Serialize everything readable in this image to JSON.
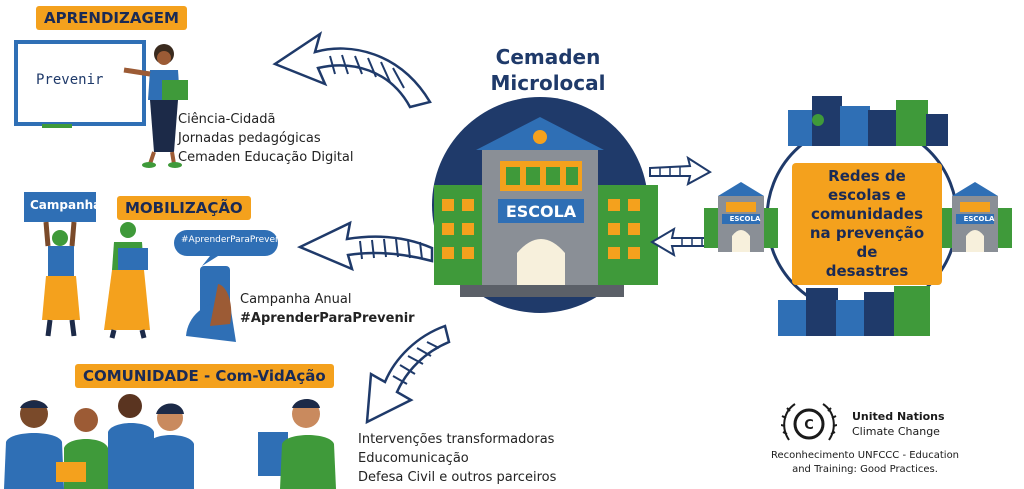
{
  "center": {
    "title_line1": "Cemaden",
    "title_line2": "Microlocal",
    "school_sign": "ESCOLA"
  },
  "learning": {
    "tag": "APRENDIZAGEM",
    "board_word": "Prevenir",
    "items": [
      "Ciência-Cidadã",
      "Jornadas pedagógicas",
      "Cemaden Educação Digital"
    ]
  },
  "mobilization": {
    "tag": "MOBILIZAÇÃO",
    "sign_text": "Campanha",
    "phone_bubble": "#AprenderParaPrevenir",
    "line1": "Campanha Anual",
    "line2": "#AprenderParaPrevenir"
  },
  "community": {
    "tag": "COMUNIDADE - Com-VidAção",
    "items": [
      "Intervenções transformadoras",
      "Educomunicação",
      "Defesa Civil e outros parceiros"
    ]
  },
  "network": {
    "label_lines": [
      "Redes de",
      "escolas e",
      "comunidades",
      "na prevenção de",
      "desastres"
    ],
    "small_school_sign": "ESCOLA"
  },
  "unfccc": {
    "org_line1": "United Nations",
    "org_line2": "Climate Change",
    "caption_line1": "Reconhecimento UNFCCC - Education",
    "caption_line2": "and Training: Good Practices."
  },
  "colors": {
    "orange": "#f4a11d",
    "navy": "#1f3a6a",
    "green": "#3f9a3a",
    "blue": "#2f6fb5"
  }
}
